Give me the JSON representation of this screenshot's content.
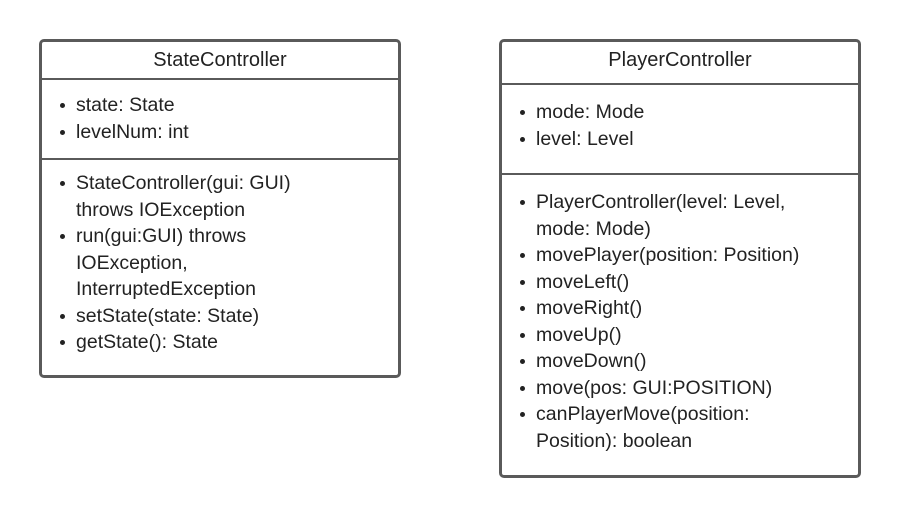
{
  "classes": [
    {
      "name": "StateController",
      "attributes": [
        "state: State",
        "levelNum: int"
      ],
      "operations": [
        [
          "StateController(gui: GUI)",
          "throws IOException"
        ],
        [
          "run(gui:GUI) throws",
          "IOException,",
          "InterruptedException"
        ],
        [
          "setState(state: State)"
        ],
        [
          "getState(): State"
        ]
      ]
    },
    {
      "name": "PlayerController",
      "attributes": [
        "mode: Mode",
        "level: Level"
      ],
      "operations": [
        [
          "PlayerController(level: Level,",
          "mode: Mode)"
        ],
        [
          "movePlayer(position: Position)"
        ],
        [
          "moveLeft()"
        ],
        [
          "moveRight()"
        ],
        [
          "moveUp()"
        ],
        [
          "moveDown()"
        ],
        [
          "move(pos: GUI:POSITION)"
        ],
        [
          "canPlayerMove(position:",
          "Position): boolean"
        ]
      ]
    }
  ]
}
